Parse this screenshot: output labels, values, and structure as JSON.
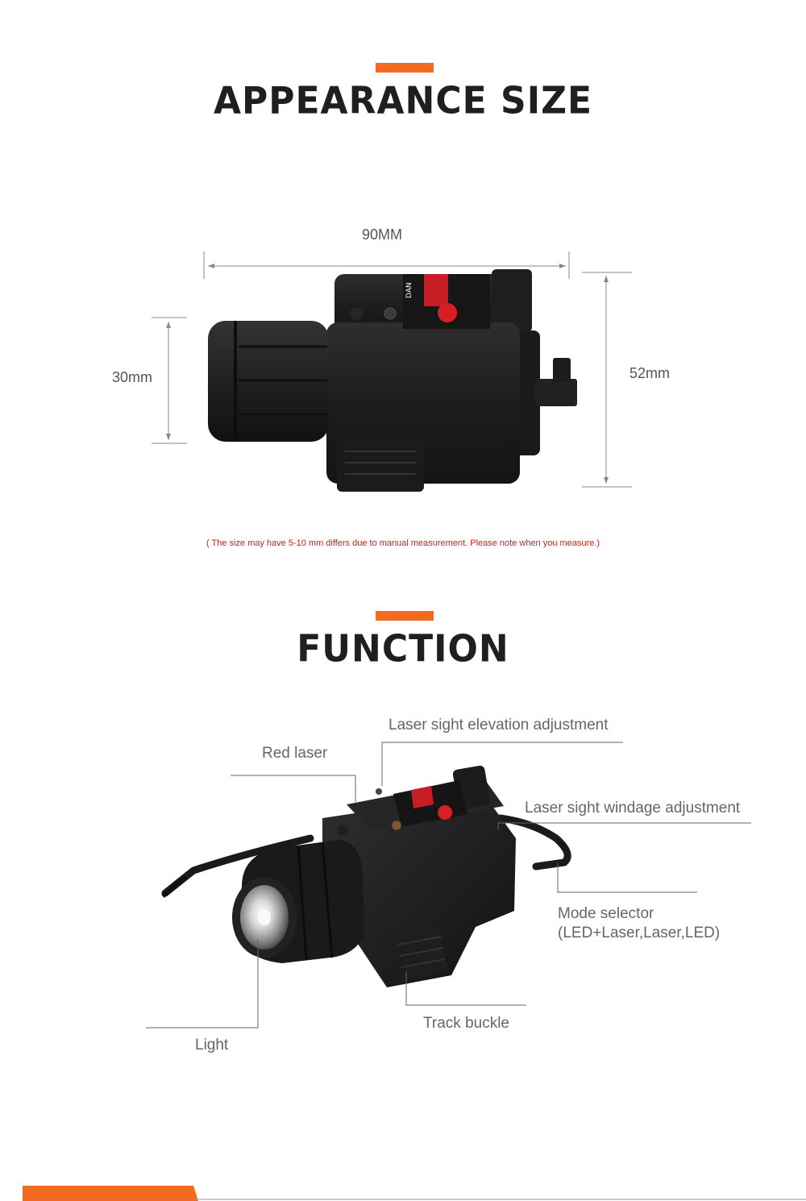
{
  "section1": {
    "title": "APPEARANCE SIZE",
    "length": "90MM",
    "diameter": "30mm",
    "height": "52mm",
    "note": "( The size may have 5-10 mm differs due to manual measurement. Please note when you measure.)"
  },
  "section2": {
    "title": "FUNCTION",
    "labels": {
      "elevation": "Laser sight elevation adjustment",
      "red_laser": "Red laser",
      "windage": "Laser sight windage adjustment",
      "mode_selector_line1": "Mode selector",
      "mode_selector_line2": "(LED+Laser,Laser,LED)",
      "track_buckle": "Track buckle",
      "light": "Light"
    }
  },
  "product_label": "DAN",
  "colors": {
    "accent": "#f26b21",
    "warning_red": "#c0241e",
    "title": "#1f1f1f"
  }
}
